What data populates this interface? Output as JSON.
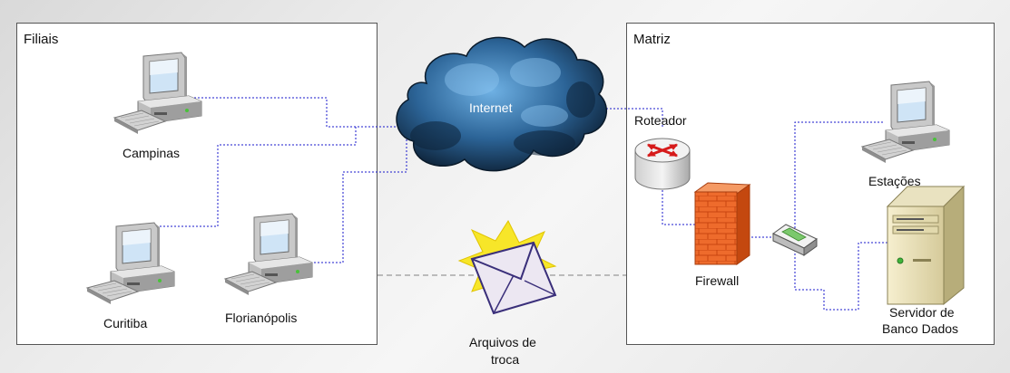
{
  "regions": {
    "branches": {
      "title": "Filiais"
    },
    "headquarters": {
      "title": "Matriz"
    }
  },
  "nodes": {
    "campinas": "Campinas",
    "curitiba": "Curitiba",
    "florianopolis": "Florianópolis",
    "internet": "Internet",
    "router": "Roteador",
    "firewall": "Firewall",
    "workstations": "Estações",
    "db_server_line1": "Servidor de",
    "db_server_line2": "Banco Dados",
    "exchange_line1": "Arquivos de",
    "exchange_line2": "troca"
  },
  "colors": {
    "link": "#1a1acc",
    "border": "#555555",
    "cloud_dark": "#0f2740",
    "cloud_light": "#4a8ec6",
    "firewall": "#e8622c",
    "envelope_bg": "#f7e629"
  },
  "icons": {
    "computer": "desktop-computer-icon",
    "router": "router-icon",
    "firewall": "firewall-brick-icon",
    "switch": "network-switch-icon",
    "server": "server-tower-icon",
    "cloud": "cloud-icon",
    "envelope": "envelope-icon"
  }
}
